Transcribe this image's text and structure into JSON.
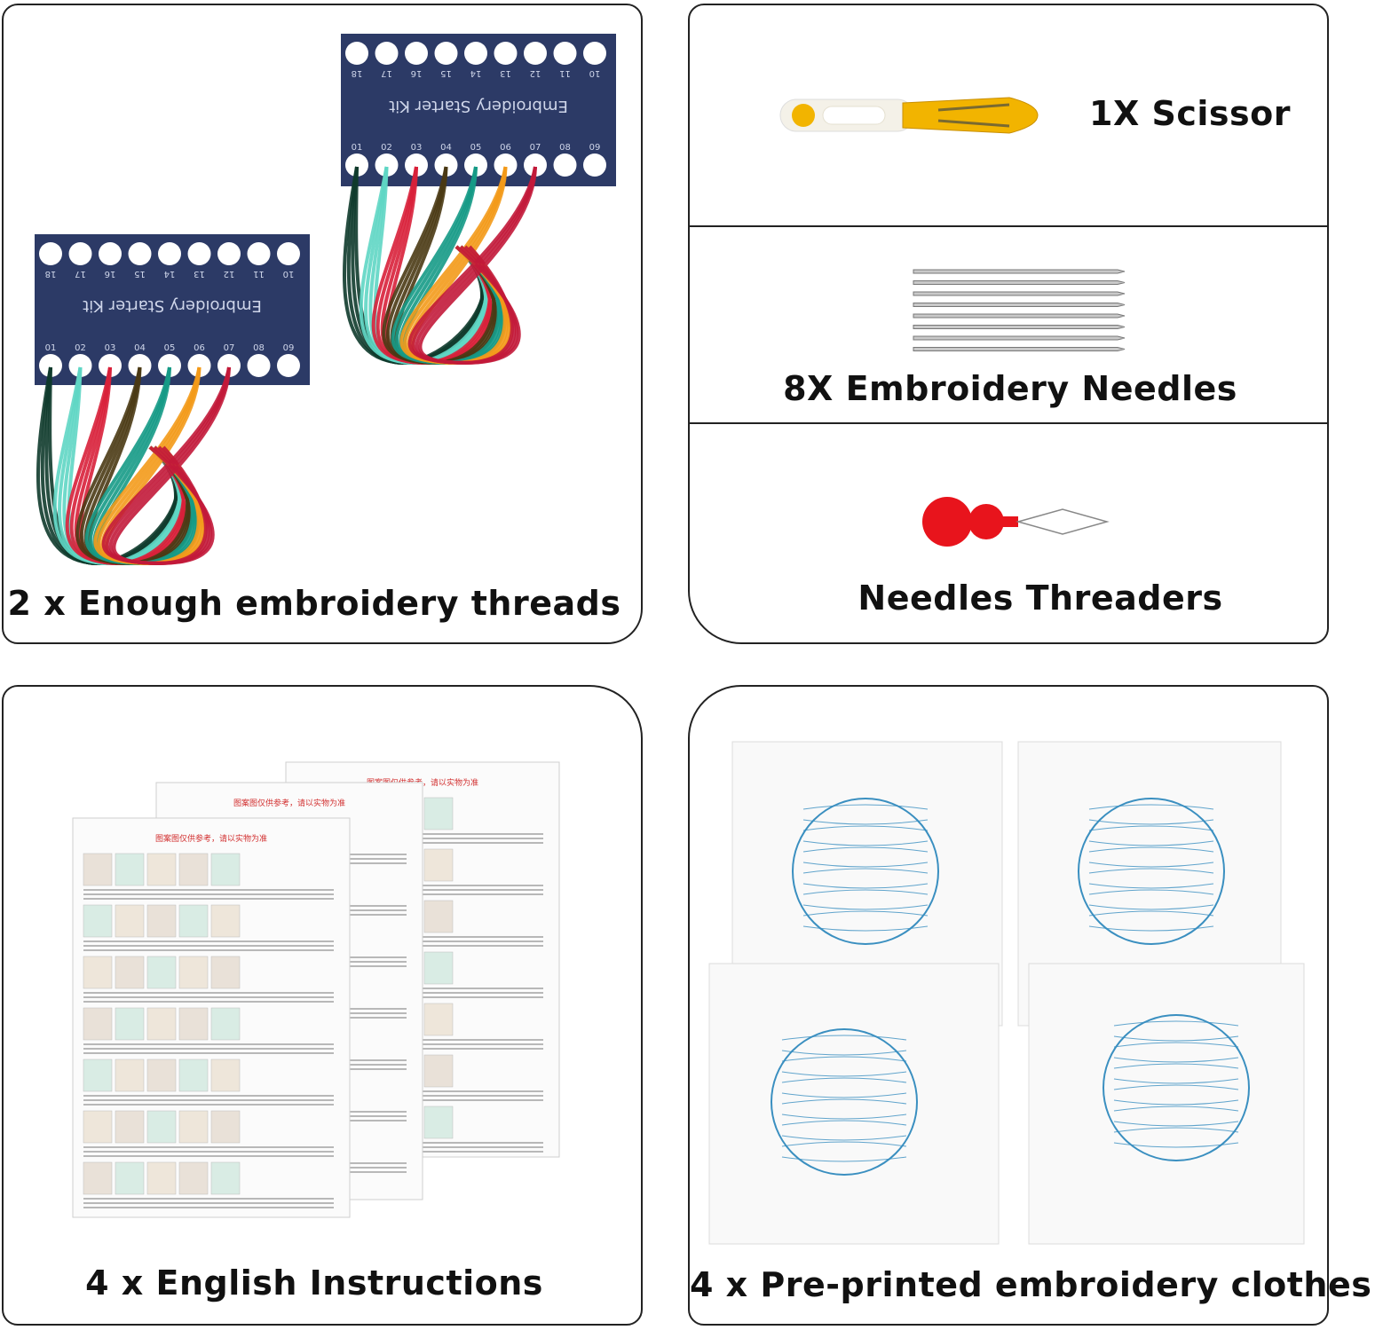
{
  "panels": {
    "threads": {
      "label": "2 x Enough embroidery threads",
      "card_text": "Embroidery Starter Kit",
      "top_numbers": [
        "18",
        "17",
        "16",
        "15",
        "14",
        "13",
        "12",
        "11",
        "10"
      ],
      "bottom_numbers": [
        "01",
        "02",
        "03",
        "04",
        "05",
        "06",
        "07",
        "08",
        "09"
      ]
    },
    "scissor": {
      "label": "1X Scissor"
    },
    "needles": {
      "label": "8X Embroidery Needles",
      "count": 8
    },
    "threaders": {
      "label": "Needles Threaders"
    },
    "instructions": {
      "label": "4 x English Instructions",
      "sheet_header": "图案图仅供参考，请以实物为准"
    },
    "cloths": {
      "label": "4 x Pre-printed embroidery clothes",
      "count": 4
    }
  },
  "colors": {
    "card_navy": "#2c3a66",
    "thread_colors": [
      "#0f3b2c",
      "#5fd6c4",
      "#d8203a",
      "#4a3a14",
      "#159a86",
      "#f39a1a",
      "#c21a3a"
    ],
    "threader_red": "#e8141c",
    "scissor_yellow": "#f2b400",
    "print_blue": "#3a8fc0"
  }
}
